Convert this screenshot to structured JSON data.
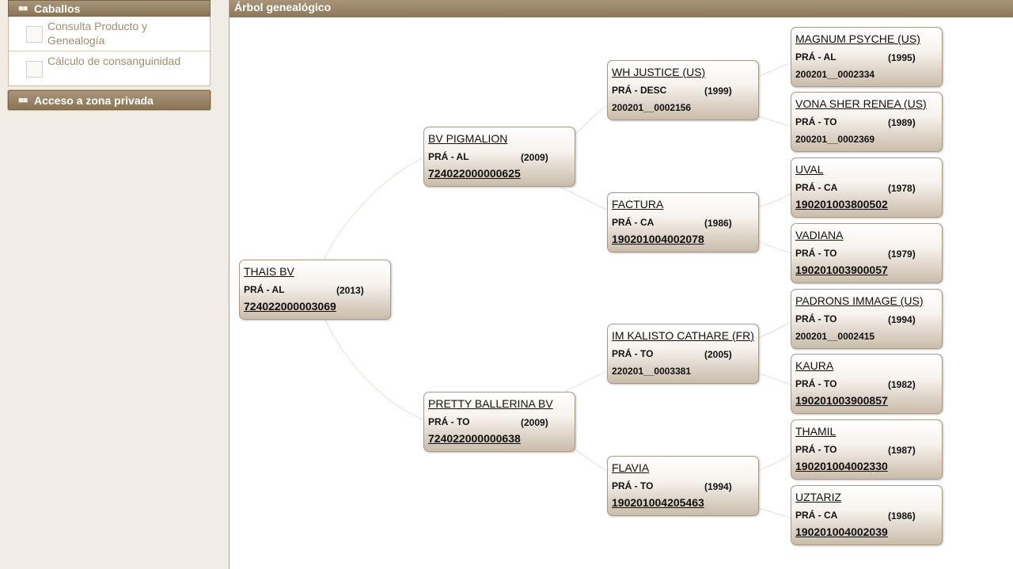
{
  "sidebar": {
    "section1_title": "Caballos",
    "items": [
      {
        "label": "Consulta Producto y Genealogía"
      },
      {
        "label": "Cálculo de consanguinidad"
      }
    ],
    "section2_title": "Acceso a zona privada"
  },
  "main": {
    "title": "Árbol genealógico"
  },
  "tree": {
    "root": {
      "name": "THAIS BV",
      "breed": "PRÁ - AL",
      "year": "(2013)",
      "code": "724022000003069"
    },
    "sire": {
      "name": "BV PIGMALION",
      "breed": "PRÁ - AL",
      "year": "(2009)",
      "code": "724022000000625"
    },
    "dam": {
      "name": "PRETTY BALLERINA BV",
      "breed": "PRÁ - TO",
      "year": "(2009)",
      "code": "724022000000638"
    },
    "gen3": [
      {
        "name": "WH JUSTICE (US)",
        "breed": "PRÁ - DESC",
        "year": "(1999)",
        "code": "200201__0002156"
      },
      {
        "name": "FACTURA",
        "breed": "PRÁ - CA",
        "year": "(1986)",
        "code": "190201004002078"
      },
      {
        "name": "IM KALISTO CATHARE (FR)",
        "breed": "PRÁ - TO",
        "year": "(2005)",
        "code": "220201__0003381"
      },
      {
        "name": "FLAVIA",
        "breed": "PRÁ - TO",
        "year": "(1994)",
        "code": "190201004205463"
      }
    ],
    "gen4": [
      {
        "name": "MAGNUM PSYCHE (US)",
        "breed": "PRÁ - AL",
        "year": "(1995)",
        "code": "200201__0002334"
      },
      {
        "name": "VONA SHER RENEA (US)",
        "breed": "PRÁ - TO",
        "year": "(1989)",
        "code": "200201__0002369"
      },
      {
        "name": "UVAL",
        "breed": "PRÁ - CA",
        "year": "(1978)",
        "code": "190201003800502"
      },
      {
        "name": "VADIANA",
        "breed": "PRÁ - TO",
        "year": "(1979)",
        "code": "190201003900057"
      },
      {
        "name": "PADRONS IMMAGE (US)",
        "breed": "PRÁ - TO",
        "year": "(1994)",
        "code": "200201__0002415"
      },
      {
        "name": "KAURA",
        "breed": "PRÁ - TO",
        "year": "(1982)",
        "code": "190201003900857"
      },
      {
        "name": "THAMIL",
        "breed": "PRÁ - TO",
        "year": "(1987)",
        "code": "190201004002330"
      },
      {
        "name": "UZTARIZ",
        "breed": "PRÁ - CA",
        "year": "(1986)",
        "code": "190201004002039"
      }
    ]
  },
  "colors": {
    "header_bg": "#967f61",
    "link_text": "#a38d6d",
    "page_bg": "#f1ece4"
  }
}
